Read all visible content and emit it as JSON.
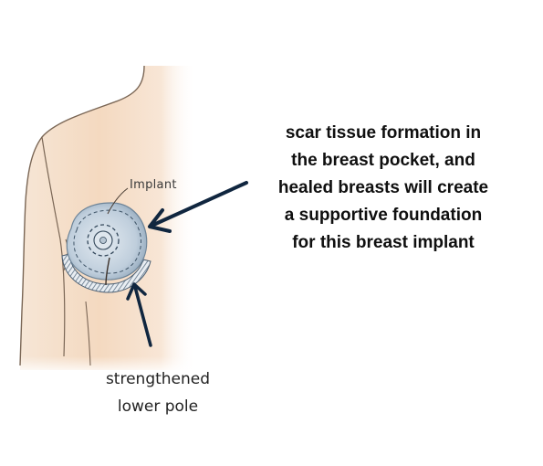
{
  "colors": {
    "skin_light": "#fbeee2",
    "skin_mid": "#f3d2b4",
    "skin_outline": "#7a6655",
    "implant_fill": "#cfd9e3",
    "implant_dark": "#8fa4b8",
    "arrow_navy": "#10263f",
    "text_dark": "#0f0f0f"
  },
  "icons": {
    "implant_arrow": "arrow-left-down-icon",
    "pole_arrow": "arrow-up-icon"
  },
  "labels": {
    "implant": "Implant"
  },
  "captions": {
    "main_lines": [
      "scar tissue formation in",
      "the breast pocket, and",
      "healed breasts will create",
      "a supportive foundation",
      "for this breast implant"
    ],
    "pole_lines": [
      "strengthened",
      "lower pole"
    ]
  }
}
